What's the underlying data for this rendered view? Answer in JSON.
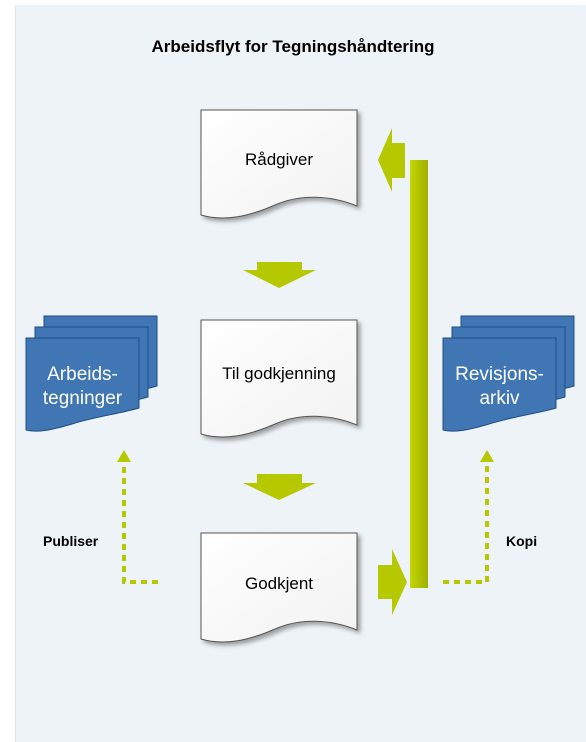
{
  "title": "Arbeidsflyt for Tegningshåndtering",
  "steps": [
    {
      "label": "Rådgiver"
    },
    {
      "label": "Til godkjenning"
    },
    {
      "label": "Godkjent"
    }
  ],
  "left_stack": {
    "line1": "Arbeids-",
    "line2": "tegninger"
  },
  "right_stack": {
    "line1": "Revisjons-",
    "line2": "arkiv"
  },
  "left_action": "Publiser",
  "right_action": "Kopi",
  "colors": {
    "arrow": "#b5c800",
    "stack_blue": "#3f76b3",
    "stack_border": "#1f4e86",
    "doc_fill": "#ffffff",
    "background": "#eef3f7"
  }
}
